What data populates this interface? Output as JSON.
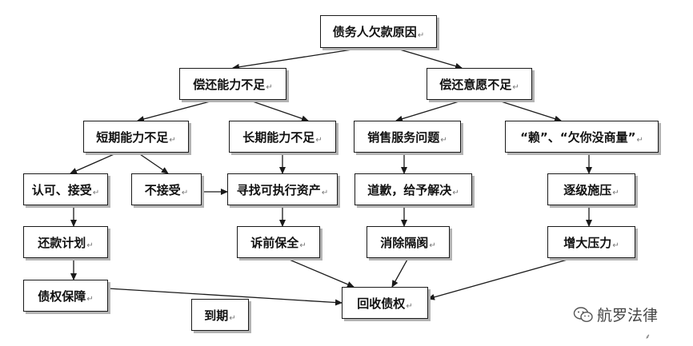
{
  "diagram": {
    "nodes": [
      {
        "id": "root",
        "label": "债务人欠款原因",
        "mark": "↵"
      },
      {
        "id": "ability",
        "label": "偿还能力不足",
        "mark": "↵"
      },
      {
        "id": "willingness",
        "label": "偿还意愿不足",
        "mark": "↵"
      },
      {
        "id": "short",
        "label": "短期能力不足",
        "mark": "↵"
      },
      {
        "id": "long",
        "label": "长期能力不足",
        "mark": "↵"
      },
      {
        "id": "sales",
        "label": "销售服务问题",
        "mark": "↵"
      },
      {
        "id": "lai",
        "label": "“赖”、“欠你没商量”",
        "mark": "↵"
      },
      {
        "id": "accept",
        "label": "认可、接受",
        "mark": "↵"
      },
      {
        "id": "reject",
        "label": "不接受",
        "mark": "↵"
      },
      {
        "id": "assets",
        "label": "寻找可执行资产",
        "mark": "↵"
      },
      {
        "id": "apology",
        "label": "道歉，给予解决",
        "mark": "↵"
      },
      {
        "id": "pressure",
        "label": "逐级施压",
        "mark": "↵"
      },
      {
        "id": "plan",
        "label": "还款计划",
        "mark": "↵"
      },
      {
        "id": "preserve",
        "label": "诉前保全",
        "mark": "↵"
      },
      {
        "id": "eliminate",
        "label": "消除隔阂",
        "mark": "↵"
      },
      {
        "id": "increase",
        "label": "增大压力",
        "mark": "↵"
      },
      {
        "id": "guarantee",
        "label": "债权保障",
        "mark": "↵"
      },
      {
        "id": "due",
        "label": "到期",
        "mark": "↵"
      },
      {
        "id": "recover",
        "label": "回收债权",
        "mark": "↵"
      }
    ],
    "edges": [
      [
        "root",
        "ability"
      ],
      [
        "root",
        "willingness"
      ],
      [
        "ability",
        "short"
      ],
      [
        "ability",
        "long"
      ],
      [
        "willingness",
        "sales"
      ],
      [
        "willingness",
        "lai"
      ],
      [
        "short",
        "accept"
      ],
      [
        "short",
        "reject"
      ],
      [
        "long",
        "assets"
      ],
      [
        "reject",
        "assets"
      ],
      [
        "sales",
        "apology"
      ],
      [
        "lai",
        "pressure"
      ],
      [
        "accept",
        "plan"
      ],
      [
        "plan",
        "guarantee"
      ],
      [
        "assets",
        "preserve"
      ],
      [
        "apology",
        "eliminate"
      ],
      [
        "pressure",
        "increase"
      ],
      [
        "guarantee",
        "recover"
      ],
      [
        "preserve",
        "recover"
      ],
      [
        "eliminate",
        "recover"
      ],
      [
        "increase",
        "recover"
      ]
    ]
  },
  "watermark": {
    "text": "航罗法律",
    "icon": "wechat-icon"
  },
  "footer_mark": "⸙"
}
